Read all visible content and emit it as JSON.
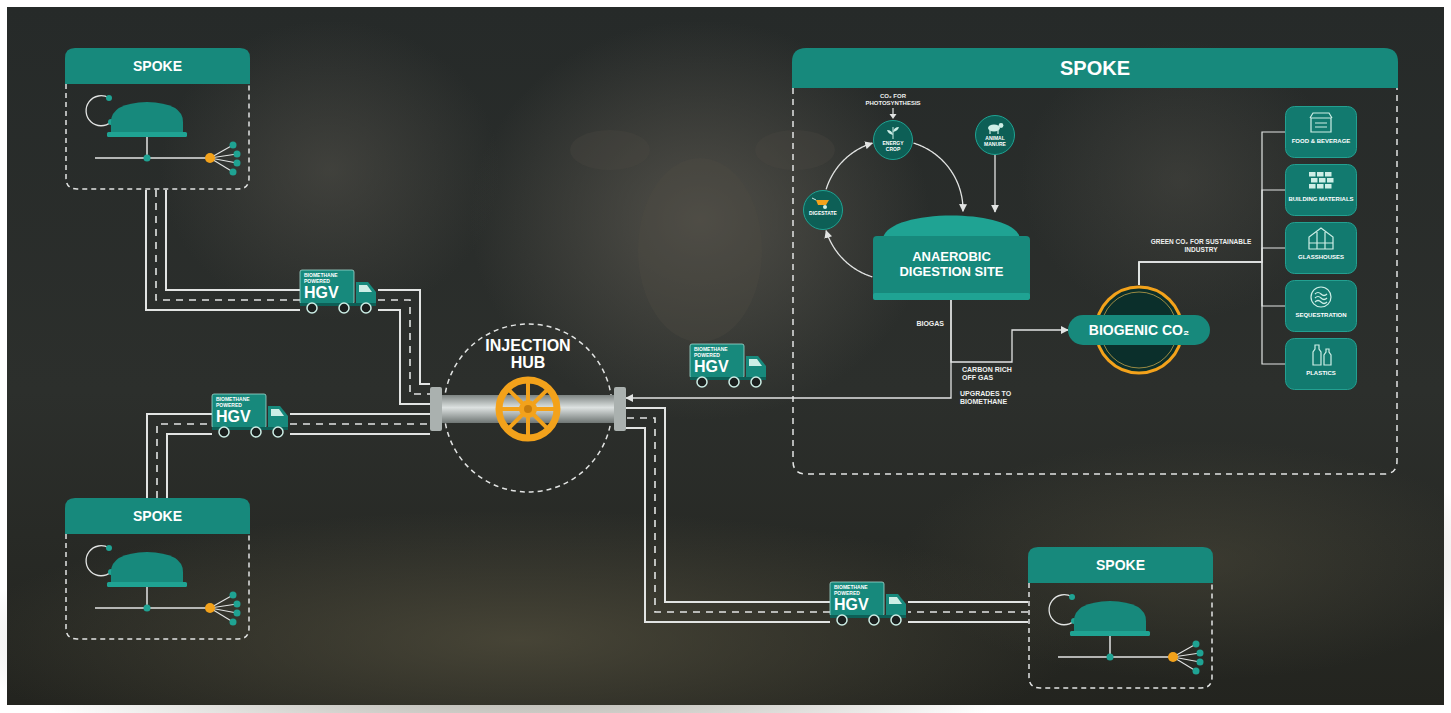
{
  "diagram": {
    "nodes": [
      {
        "text": [
          "SPOKE"
        ]
      },
      {
        "text": [
          "SPOKE"
        ]
      },
      {
        "text": [
          "ENERGY CROP"
        ],
        "in": 1
      },
      {
        "text": [
          "ANIMAL MANURE"
        ],
        "in": 1
      },
      {
        "text": [
          "DIGESTATE"
        ],
        "in": 1
      },
      {
        "text": [
          "ANAEROBIC DIGESTION SITE"
        ],
        "in": 1
      },
      {
        "text": [
          "BIOGENIC CO₂"
        ],
        "in": 1
      },
      {
        "text": [
          "FOOD & BEVERAGE"
        ],
        "in": 1
      },
      {
        "text": [
          "BUILDING MATERIALS"
        ],
        "in": 1
      },
      {
        "text": [
          "GLASSHOUSES"
        ],
        "in": 1
      },
      {
        "text": [
          "SEQUESTRATION"
        ],
        "in": 1
      },
      {
        "text": [
          "PLASTICS"
        ],
        "in": 1
      },
      {
        "text": [
          "BIOMETHANE POWERED",
          "HGV"
        ]
      },
      {
        "text": [
          "BIOMETHANE POWERED",
          "HGV"
        ]
      },
      {
        "text": [
          "INJECTION HUB"
        ]
      },
      {
        "text": [
          "BIOMETHANE POWERED",
          "HGV"
        ]
      },
      {
        "text": [
          "SPOKE"
        ]
      },
      {
        "text": [
          "BIOMETHANE POWERED",
          "HGV"
        ]
      },
      {
        "text": [
          "SPOKE"
        ]
      }
    ],
    "edges": [
      {
        "from": 0,
        "to": 12,
        "arrow": "none"
      },
      {
        "from": 12,
        "to": 14,
        "arrow": "none"
      },
      {
        "from": 16,
        "to": 13,
        "arrow": "none"
      },
      {
        "from": 13,
        "to": 14,
        "arrow": "none"
      },
      {
        "from": 18,
        "to": 17,
        "arrow": "none"
      },
      {
        "from": 17,
        "to": 14,
        "arrow": "none"
      },
      {
        "from": 5,
        "to": 6,
        "label": "CARBON RICH OFF GAS",
        "arrow": "to"
      },
      {
        "from": 5,
        "to": 14,
        "label": "UPGRADES TO BIOMETHANE",
        "arrow": "to"
      },
      {
        "from": 2,
        "to": 5,
        "arrow": "to"
      },
      {
        "from": 3,
        "to": 5,
        "arrow": "to"
      },
      {
        "from": 5,
        "to": 4,
        "arrow": "to"
      },
      {
        "from": 4,
        "to": 2,
        "arrow": "to"
      },
      {
        "from": 6,
        "to": 7,
        "arrow": "none"
      },
      {
        "from": 6,
        "to": 8,
        "arrow": "none"
      },
      {
        "from": 6,
        "to": 9,
        "arrow": "none"
      },
      {
        "from": 6,
        "to": 10,
        "arrow": "none"
      },
      {
        "from": 6,
        "to": 11,
        "arrow": "none"
      }
    ],
    "labels": [
      "CO₂ FOR PHOTOSYNTHESIS",
      "GREEN CO₂ FOR SUSTAINABLE INDUSTRY",
      "BIOGAS"
    ]
  }
}
